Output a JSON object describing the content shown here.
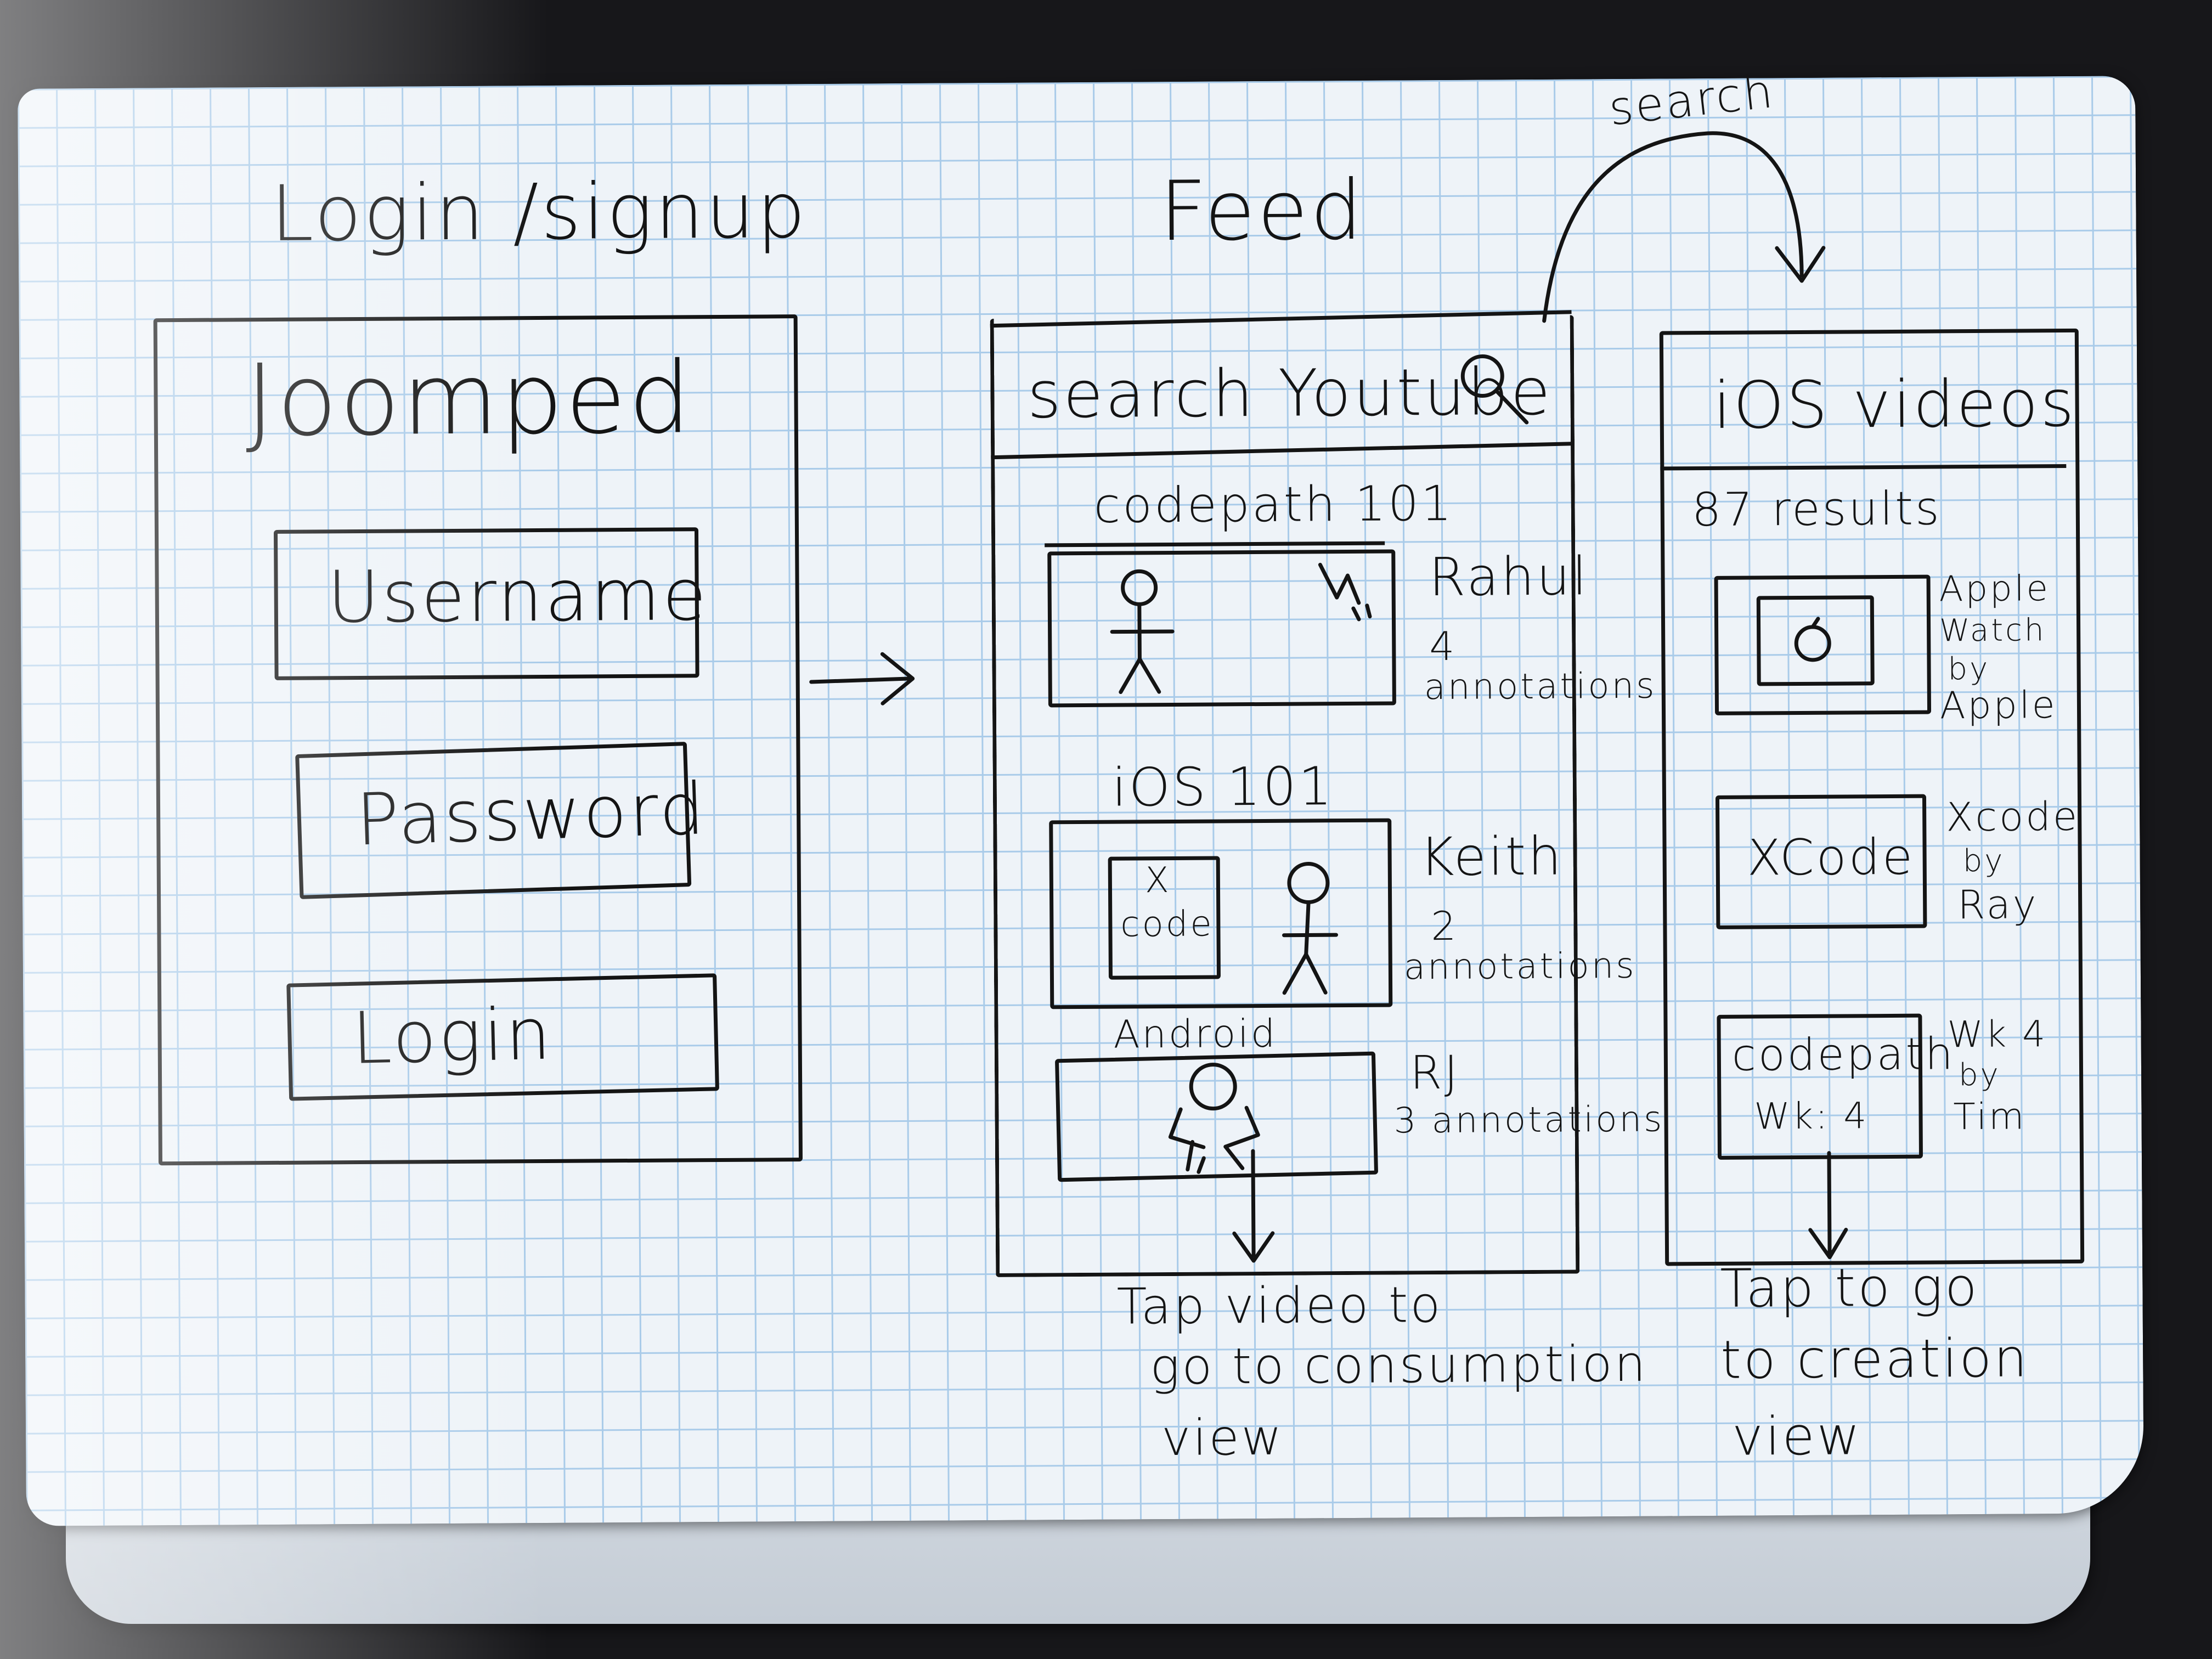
{
  "screens": {
    "login": {
      "heading": "Login /signup",
      "app_name": "Joomped",
      "username_field": "Username",
      "password_field": "Password",
      "login_button": "Login"
    },
    "feed": {
      "heading": "Feed",
      "search_bar": "search Youtube",
      "items": [
        {
          "title": "codepath 101",
          "author": "Rahul",
          "count": "4",
          "annotations": "annotations"
        },
        {
          "title": "iOS 101",
          "thumb_text_1": "X",
          "thumb_text_2": "code",
          "author": "Keith",
          "count": "2",
          "annotations": "annotations"
        },
        {
          "title": "Android",
          "author": "RJ",
          "annotations": "3 annotations"
        }
      ],
      "note": [
        "Tap video to",
        "go to consumption",
        "view"
      ]
    },
    "search": {
      "arrow_label": "search",
      "title": "iOS videos",
      "results_count": "87 results",
      "results": [
        {
          "desc": [
            "Apple",
            "Watch",
            "by",
            "Apple"
          ]
        },
        {
          "thumb": "XCode",
          "desc": [
            "Xcode",
            "by",
            "Ray"
          ]
        },
        {
          "thumb_lines": [
            "codepath",
            "Wk: 4"
          ],
          "desc": [
            "Wk 4",
            "by",
            "Tim"
          ]
        }
      ],
      "note": [
        "Tap to go",
        "to creation",
        "view"
      ]
    }
  },
  "colors": {
    "ink": "#141414",
    "paper": "#eef3f8",
    "grid": "#a9cbe9",
    "background": "#17171a"
  }
}
